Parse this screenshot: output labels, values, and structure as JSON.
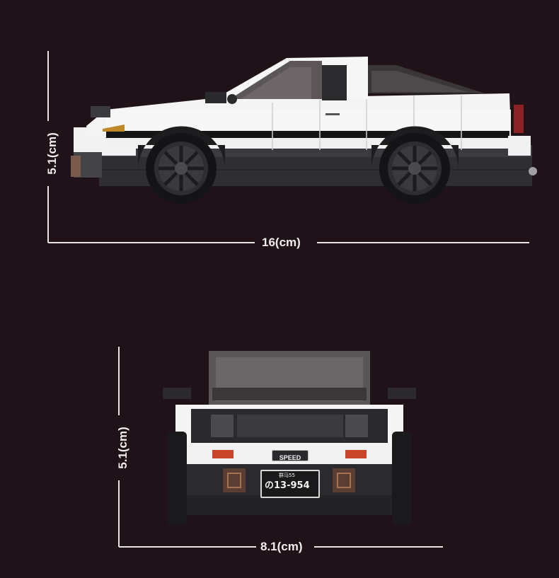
{
  "side_view": {
    "height_label": "5.1(cm)",
    "length_label": "16(cm)"
  },
  "rear_view": {
    "height_label": "5.1(cm)",
    "width_label": "8.1(cm)",
    "badge_text": "SPEED",
    "plate_top": "群马55",
    "plate_number": "の13-954"
  },
  "colors": {
    "background": "#1f1219",
    "body_white": "#f4f4f4",
    "body_black": "#2a2a2e",
    "dimension_line": "#e8e4e6"
  }
}
